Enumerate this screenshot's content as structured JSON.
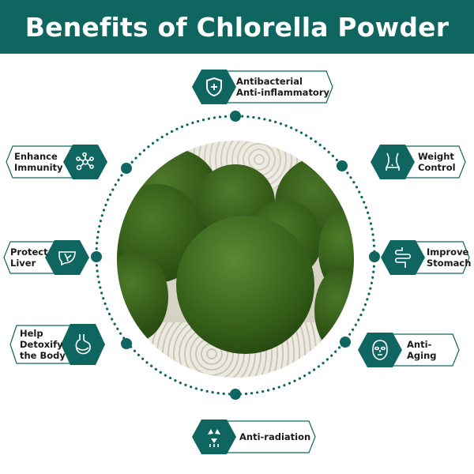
{
  "header": {
    "title": "Benefits of Chlorella Powder"
  },
  "colors": {
    "brand_teal": "#0f6560",
    "text_dark": "#1a1a1a",
    "background": "#ffffff"
  },
  "center_image": {
    "description": "Green moss balls (marimo) resting on white pebbles"
  },
  "benefits": [
    {
      "id": "antibacterial",
      "lines": [
        "Antibacterial",
        "Anti-inflammatory"
      ],
      "icon": "shield-plus-icon",
      "position": "top"
    },
    {
      "id": "immunity",
      "lines": [
        "Enhance",
        "Immunity"
      ],
      "icon": "molecule-network-icon",
      "position": "upper-left"
    },
    {
      "id": "weight",
      "lines": [
        "Weight",
        "Control"
      ],
      "icon": "waist-body-icon",
      "position": "upper-right"
    },
    {
      "id": "liver",
      "lines": [
        "Protect",
        "Liver"
      ],
      "icon": "liver-icon",
      "position": "middle-left"
    },
    {
      "id": "stomach",
      "lines": [
        "Improve",
        "Stomach"
      ],
      "icon": "intestine-icon",
      "position": "middle-right"
    },
    {
      "id": "detox",
      "lines": [
        "Help",
        "Detoxify",
        "the Body"
      ],
      "icon": "stomach-icon",
      "position": "lower-left"
    },
    {
      "id": "aging",
      "lines": [
        "Anti-Aging"
      ],
      "icon": "face-mask-icon",
      "position": "lower-right"
    },
    {
      "id": "radiation",
      "lines": [
        "Anti-radiation"
      ],
      "icon": "radiation-icon",
      "position": "bottom"
    }
  ]
}
